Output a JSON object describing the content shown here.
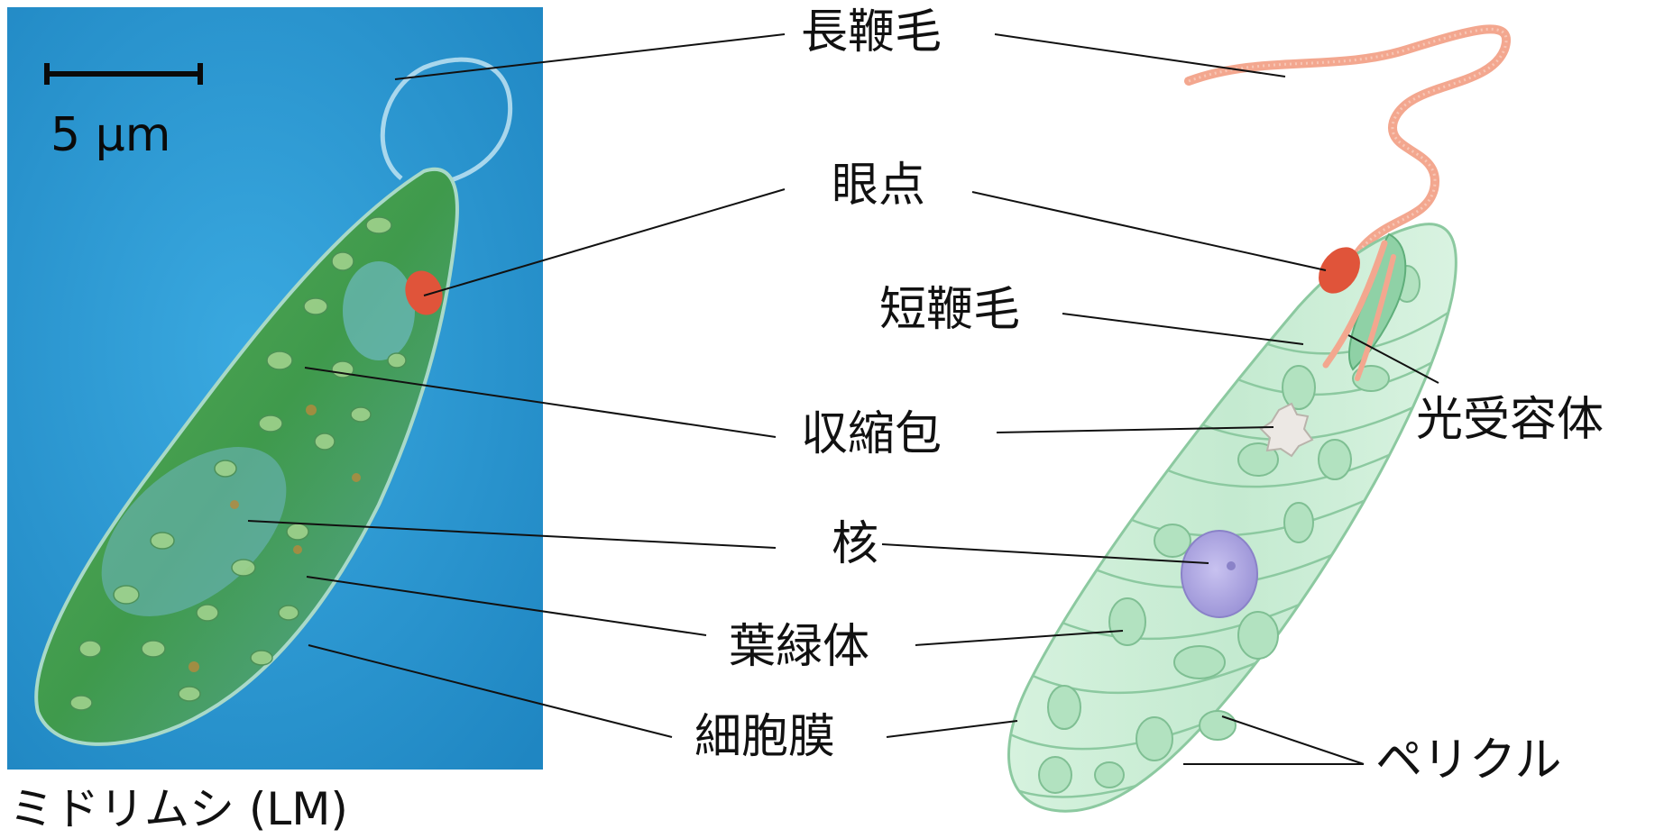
{
  "micrograph": {
    "scale_bar_label": "5 μm",
    "caption": "ミドリムシ (LM)"
  },
  "labels": {
    "long_flagellum": "長鞭毛",
    "eyespot": "眼点",
    "short_flagellum": "短鞭毛",
    "photoreceptor": "光受容体",
    "contractile_vacuole": "収縮包",
    "nucleus": "核",
    "chloroplast": "葉緑体",
    "cell_membrane": "細胞膜",
    "pellicle": "ペリクル"
  },
  "colors": {
    "micrograph_background": "#2a9ad4",
    "cell_green": "#3f9a4c",
    "eyespot_red": "#e0543a",
    "flagellum_pink": "#f3a78f",
    "illustration_body": "#cfeed8",
    "nucleus_purple": "#b4aee6"
  }
}
